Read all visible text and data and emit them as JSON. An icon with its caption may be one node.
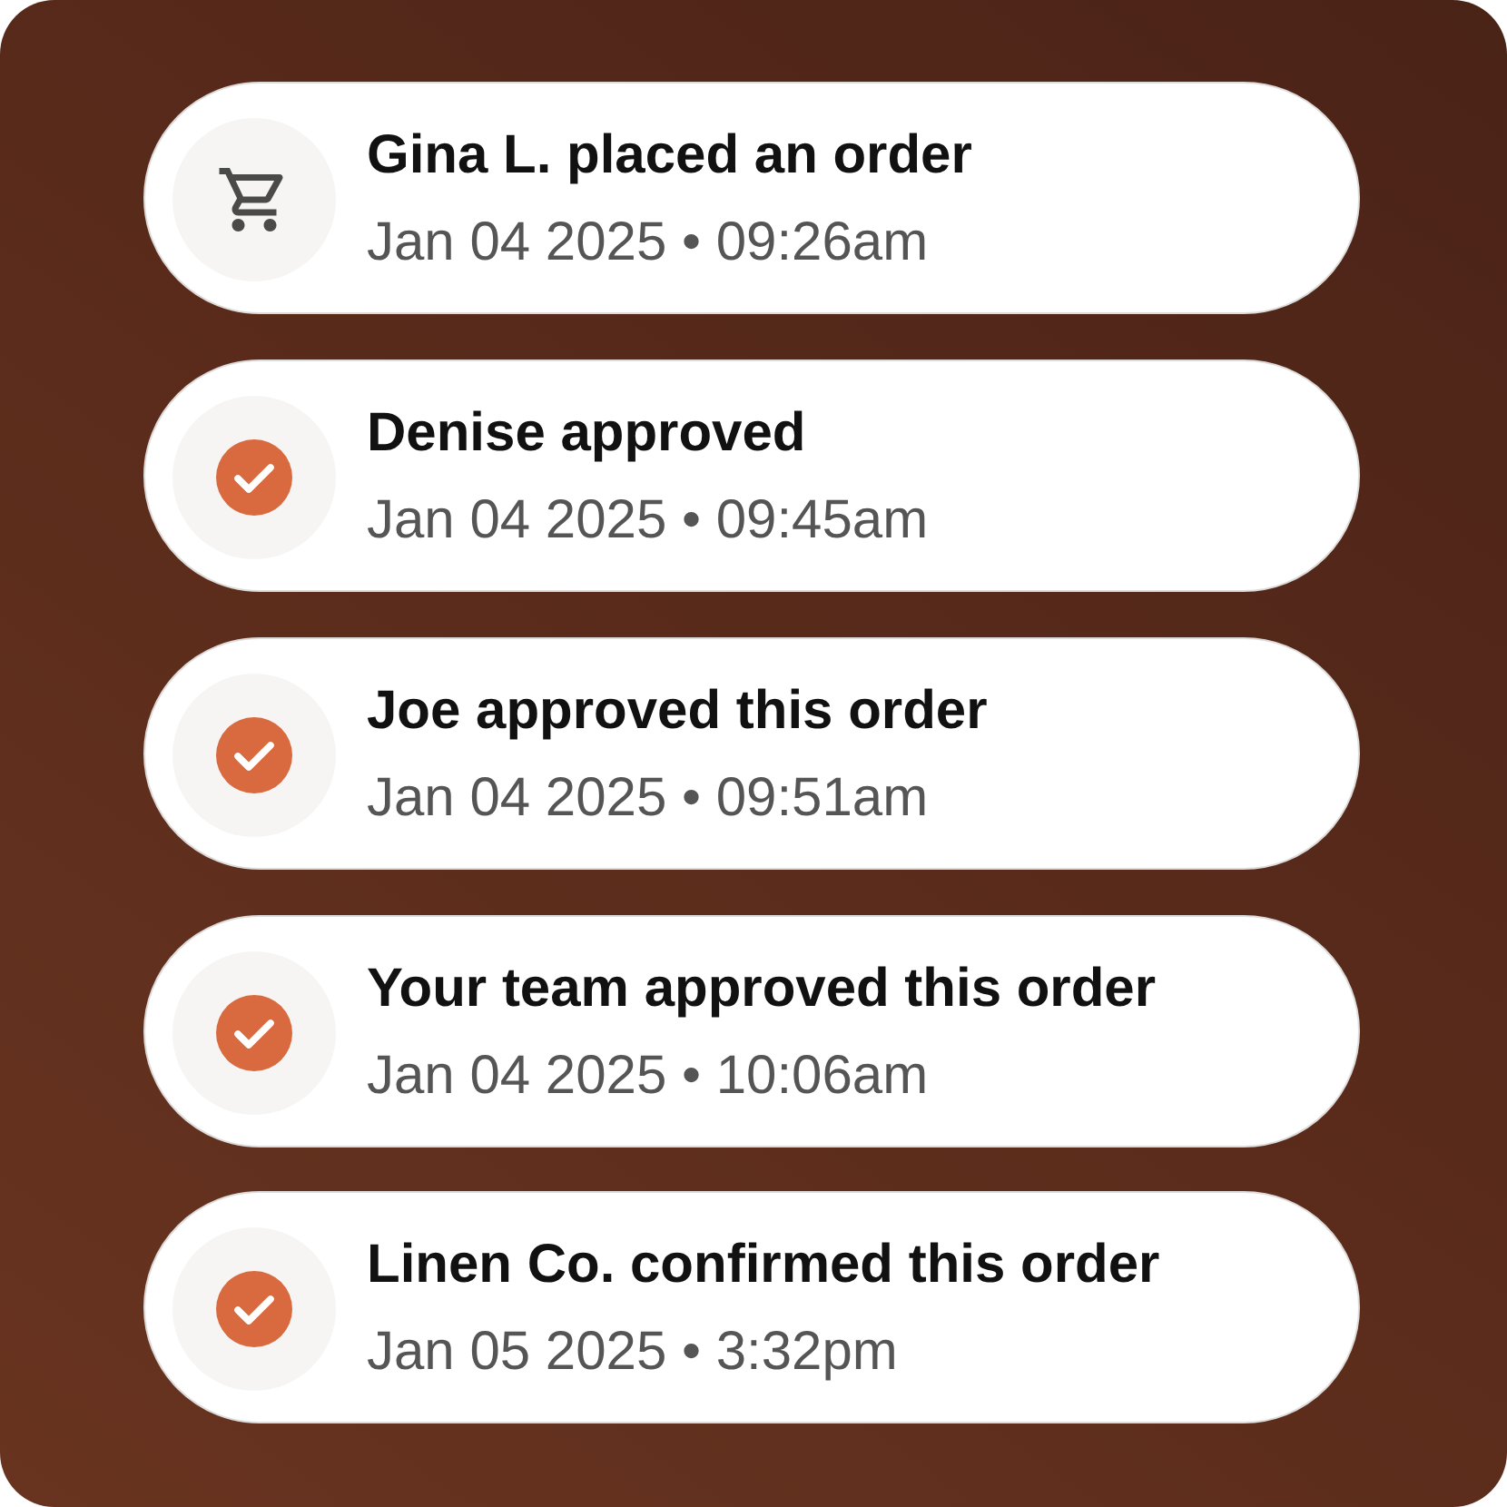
{
  "diagram": {
    "nodes": [
      {
        "text": [
          "Gina L. placed an order",
          "Jan 04 2025 • 09:26am"
        ]
      },
      {
        "text": [
          "Denise approved",
          "Jan 04 2025 • 09:45am"
        ]
      },
      {
        "text": [
          "Joe approved this order",
          "Jan 04 2025 • 09:51am"
        ]
      },
      {
        "text": [
          "Your team approved this order",
          "Jan 04 2025 • 10:06am"
        ]
      },
      {
        "text": [
          "Linen Co. confirmed this order",
          "Jan 05 2025 • 3:32pm"
        ]
      }
    ]
  }
}
